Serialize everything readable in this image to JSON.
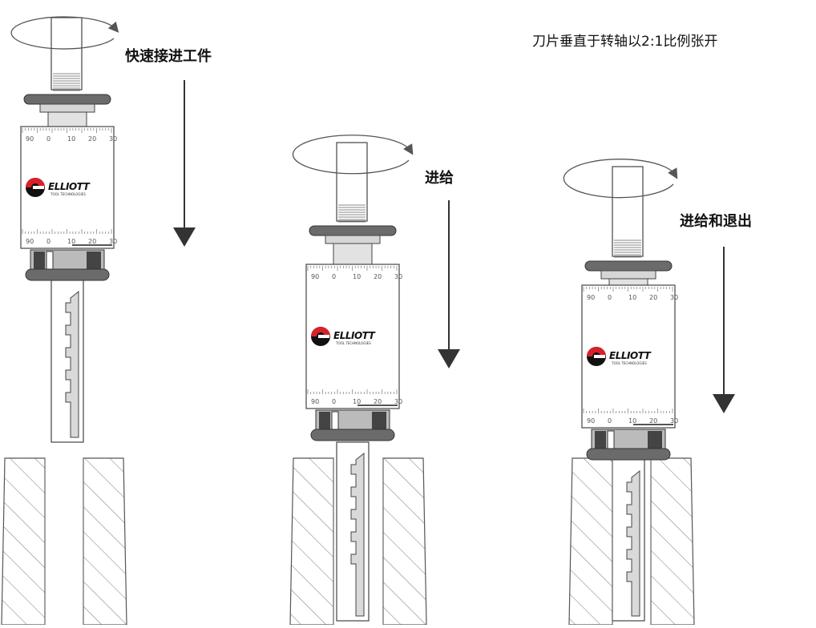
{
  "caption_top": "刀片垂直于转轴以2:1比例张开",
  "stages": [
    {
      "label": "快速接进工件"
    },
    {
      "label": "进给"
    },
    {
      "label": "进给和退出"
    }
  ],
  "dial": {
    "ticks": [
      "90",
      "0",
      "10",
      "20",
      "30"
    ],
    "brand": "ELLIOTT",
    "brand_sub": "TOOL TECHNOLOGIES"
  },
  "colors": {
    "line": "#444444",
    "knurl": "#6b6b6b",
    "logo_red": "#d8212a",
    "logo_black": "#111111"
  }
}
